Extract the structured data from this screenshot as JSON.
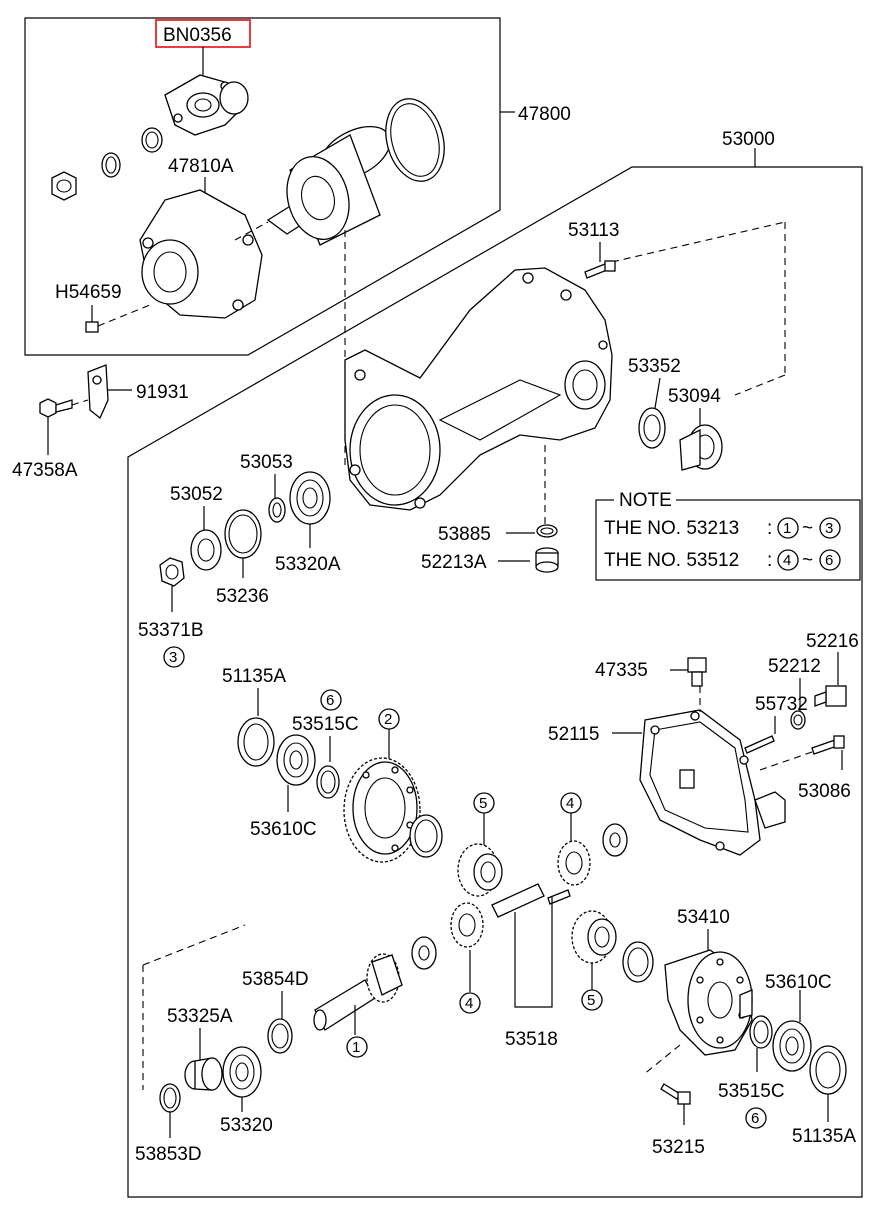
{
  "highlight_color": "#e8262b",
  "labels": {
    "bn0356": "BN0356",
    "p47800": "47800",
    "p53000": "53000",
    "p47810a": "47810A",
    "h54659": "H54659",
    "p91931": "91931",
    "p47358a": "47358A",
    "p53113": "53113",
    "p53352": "53352",
    "p53094": "53094",
    "p53053": "53053",
    "p53052": "53052",
    "p53320a": "53320A",
    "p53236": "53236",
    "p53885": "53885",
    "p52213a": "52213A",
    "p53371b": "53371B",
    "p52216": "52216",
    "p47335": "47335",
    "p52212": "52212",
    "p55732": "55732",
    "p52115": "52115",
    "p53086": "53086",
    "p51135a_top": "51135A",
    "p53515c_top": "53515C",
    "p53610c_left": "53610C",
    "p53410": "53410",
    "p53854d": "53854D",
    "p53325a": "53325A",
    "p53320": "53320",
    "p53853d": "53853D",
    "p53518": "53518",
    "p53610c_right": "53610C",
    "p53515c_bottom": "53515C",
    "p53215": "53215",
    "p51135a_bottom": "51135A"
  },
  "note": {
    "title": "NOTE",
    "row1_text": "THE NO. 53213",
    "row1_colon": ":",
    "row1_from": "1",
    "row1_tilde": "~",
    "row1_to": "3",
    "row2_text": "THE NO. 53512",
    "row2_colon": ":",
    "row2_from": "4",
    "row2_tilde": "~",
    "row2_to": "6"
  },
  "circled_numbers": {
    "c3_53371b": "3",
    "c6_top": "6",
    "c2_ring": "2",
    "c5_top": "5",
    "c4_top": "4",
    "c1_pinion": "1",
    "c4_bottom": "4",
    "c5_bottom": "5",
    "c6_bottom": "6"
  }
}
